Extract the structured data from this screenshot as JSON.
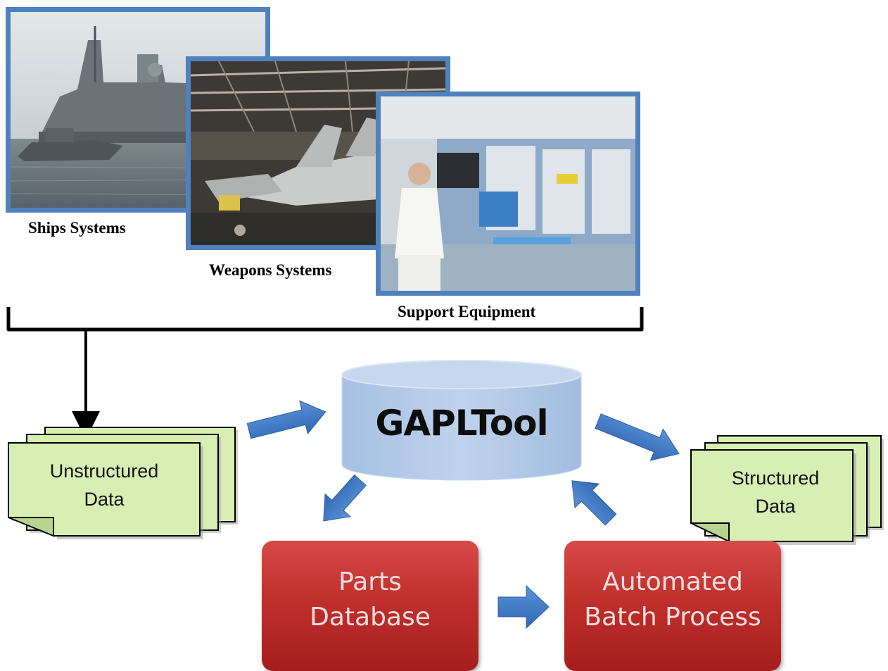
{
  "photos": [
    {
      "caption": "Ships Systems"
    },
    {
      "caption": "Weapons Systems"
    },
    {
      "caption": "Support Equipment"
    }
  ],
  "nodes": {
    "unstructured": {
      "line1": "Unstructured",
      "line2": "Data"
    },
    "tool": {
      "label": "GAPLTool"
    },
    "structured": {
      "line1": "Structured",
      "line2": "Data"
    },
    "parts": {
      "line1": "Parts",
      "line2": "Database"
    },
    "batch": {
      "line1": "Automated",
      "line2": "Batch Process"
    }
  },
  "colors": {
    "frame": "#4f81bd",
    "arrow": "#3f79c6",
    "document": "#d8efb3",
    "cylinder": "#b4cbe8",
    "process_box": "#c0302d"
  }
}
